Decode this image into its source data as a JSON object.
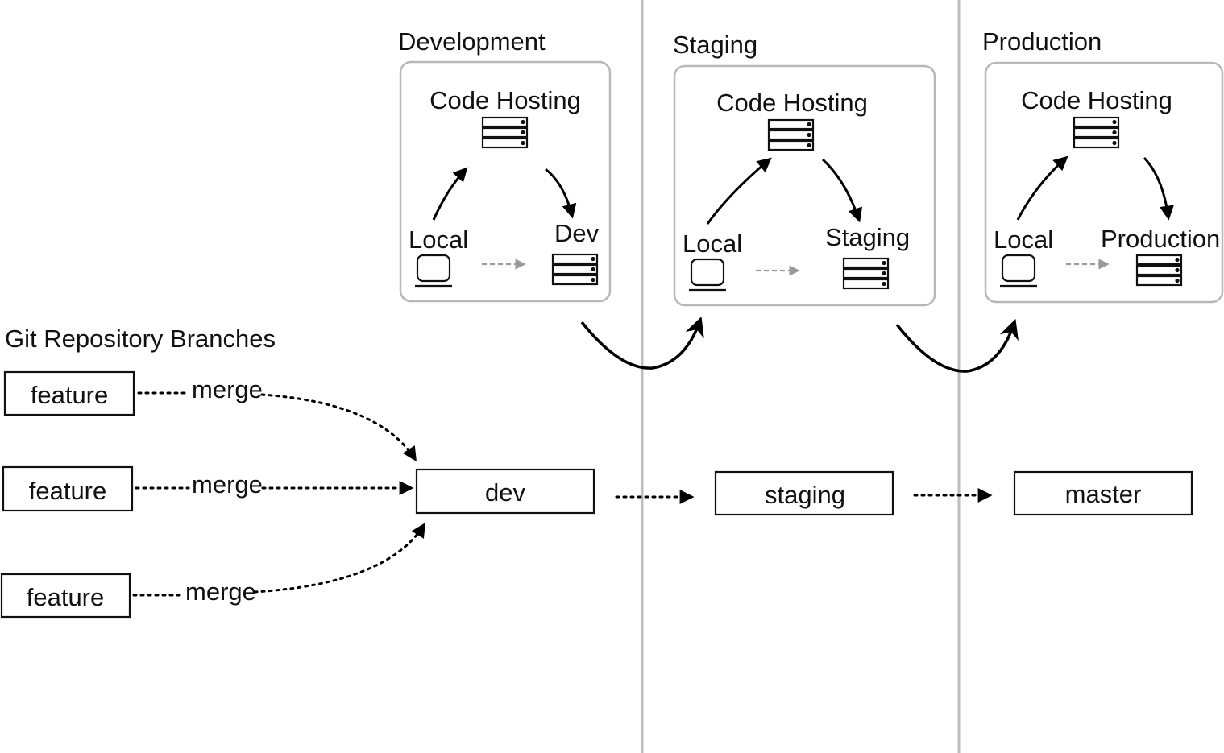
{
  "environments": [
    {
      "title": "Development",
      "host_label": "Code Hosting",
      "local_label": "Local",
      "target_label": "Dev"
    },
    {
      "title": "Staging",
      "host_label": "Code Hosting",
      "local_label": "Local",
      "target_label": "Staging"
    },
    {
      "title": "Production",
      "host_label": "Code Hosting",
      "local_label": "Local",
      "target_label": "Production"
    }
  ],
  "repo": {
    "title": "Git Repository Branches",
    "features": [
      {
        "label": "feature",
        "merge_label": "merge"
      },
      {
        "label": "feature",
        "merge_label": "merge"
      },
      {
        "label": "feature",
        "merge_label": "merge"
      }
    ],
    "branches": [
      "dev",
      "staging",
      "master"
    ]
  },
  "icons": [
    "server-icon",
    "laptop-icon",
    "arrow-icon"
  ],
  "colors": {
    "line": "#000000",
    "divider": "#bdbdbd",
    "box_border": "#b8b8b8",
    "gray_arrow": "#9a9a9a"
  }
}
